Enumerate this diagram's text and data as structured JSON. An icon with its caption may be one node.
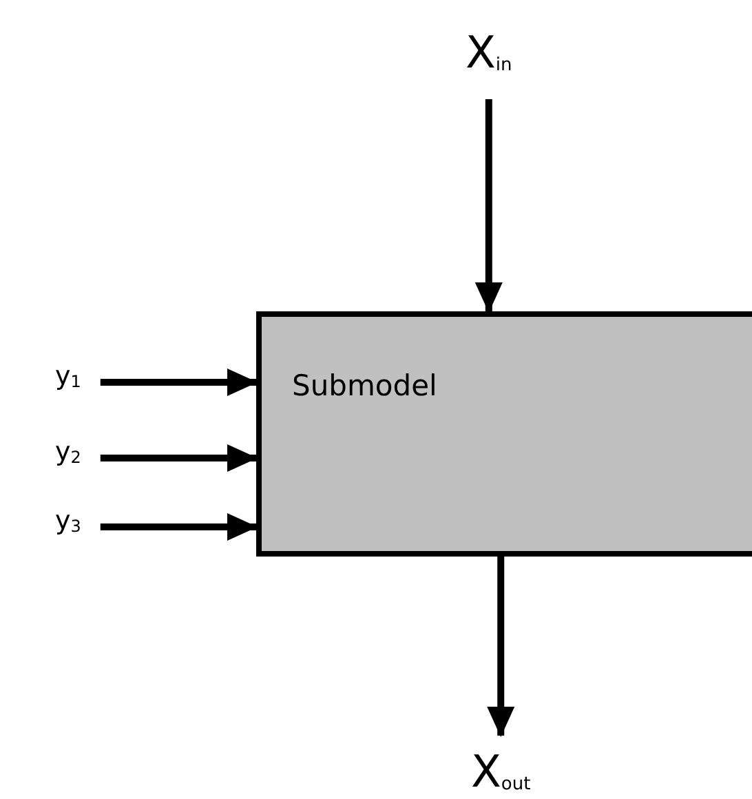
{
  "diagram": {
    "nodes": [
      {
        "text": [
          "Submodel"
        ]
      },
      {
        "text": [
          "X$_{in}$"
        ]
      },
      {
        "text": [
          "X$_{out}$"
        ]
      },
      {
        "text": [
          "y$_{1}$"
        ]
      },
      {
        "text": [
          "y$_{2}$"
        ]
      },
      {
        "text": [
          "y$_{3}$"
        ]
      }
    ],
    "edges": [
      {
        "from": 1,
        "to": 0,
        "arrow": "to"
      },
      {
        "from": 0,
        "to": 2,
        "arrow": "to"
      },
      {
        "from": 3,
        "to": 0,
        "arrow": "to"
      },
      {
        "from": 4,
        "to": 0,
        "arrow": "to"
      },
      {
        "from": 5,
        "to": 0,
        "arrow": "to"
      }
    ]
  }
}
